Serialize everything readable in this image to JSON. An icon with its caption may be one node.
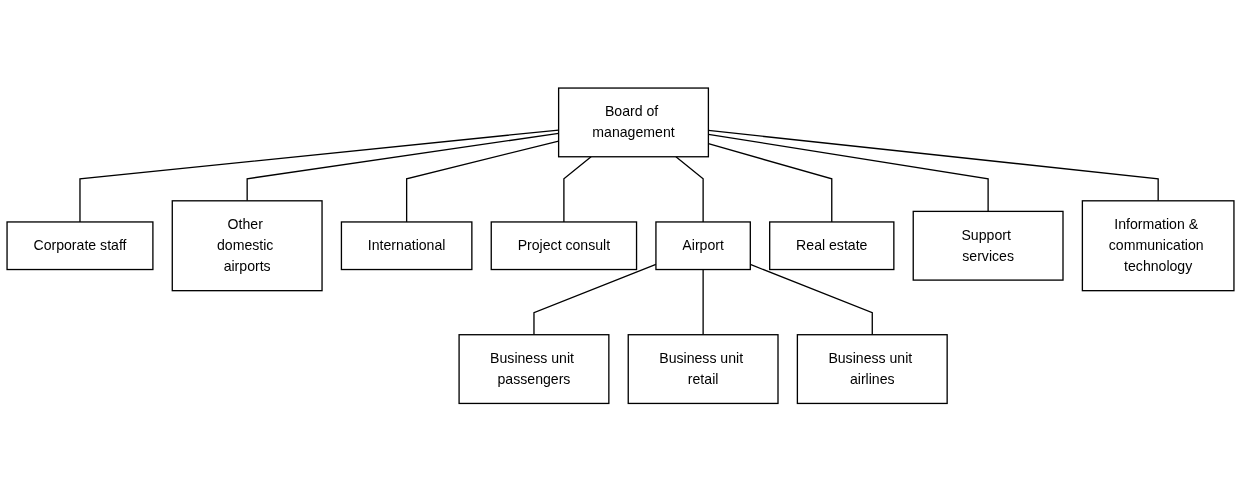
{
  "diagram": {
    "nodes": [
      {
        "text": [
          "Board of management"
        ]
      },
      {
        "text": [
          "Corporate staff"
        ]
      },
      {
        "text": [
          "Other domestic airports"
        ]
      },
      {
        "text": [
          "International"
        ]
      },
      {
        "text": [
          "Project consult"
        ]
      },
      {
        "text": [
          "Airport"
        ]
      },
      {
        "text": [
          "Business unit passengers"
        ]
      },
      {
        "text": [
          "Business unit retail"
        ]
      },
      {
        "text": [
          "Business unit airlines"
        ]
      },
      {
        "text": [
          "Real estate"
        ]
      },
      {
        "text": [
          "Support services"
        ]
      },
      {
        "text": [
          "Information & communication technology"
        ]
      }
    ],
    "edges": [
      {
        "from": 0,
        "to": 1,
        "arrow": "none"
      },
      {
        "from": 0,
        "to": 2,
        "arrow": "none"
      },
      {
        "from": 0,
        "to": 3,
        "arrow": "none"
      },
      {
        "from": 0,
        "to": 4,
        "arrow": "none"
      },
      {
        "from": 0,
        "to": 5,
        "arrow": "none"
      },
      {
        "from": 0,
        "to": 9,
        "arrow": "none"
      },
      {
        "from": 0,
        "to": 10,
        "arrow": "none"
      },
      {
        "from": 0,
        "to": 11,
        "arrow": "none"
      },
      {
        "from": 5,
        "to": 6,
        "arrow": "none"
      },
      {
        "from": 5,
        "to": 7,
        "arrow": "none"
      },
      {
        "from": 5,
        "to": 8,
        "arrow": "none"
      }
    ]
  }
}
